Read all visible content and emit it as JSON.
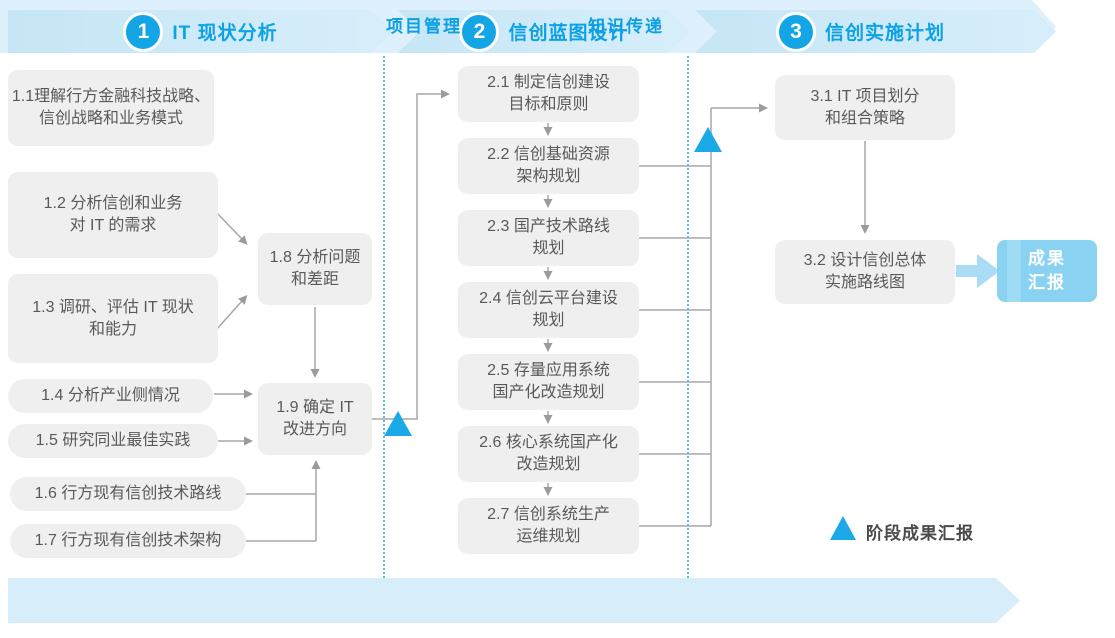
{
  "palette": {
    "accent_blue": "#14a5e6",
    "banner_fill": "#cde9f7",
    "pale_band": "#ddf0fb",
    "triangle_blue": "#1ba9e8",
    "node_fill": "#efefef",
    "node_text": "#595959",
    "connector_gray": "#a7a7a7",
    "result_box_fill": "#8ad2f2"
  },
  "phases": [
    {
      "number": "1",
      "title": "IT 现状分析"
    },
    {
      "number": "2",
      "title": "信创蓝图设计"
    },
    {
      "number": "3",
      "title": "信创实施计划"
    }
  ],
  "phase1": {
    "b11": {
      "line1": "1.1理解行方金融科技战略、",
      "line2": "信创战略和业务模式"
    },
    "b12": {
      "line1": "1.2 分析信创和业务",
      "line2": "对 IT 的需求"
    },
    "b13": {
      "line1": "1.3 调研、评估 IT 现状",
      "line2": "和能力"
    },
    "b14": {
      "label": "1.4 分析产业侧情况"
    },
    "b15": {
      "label": "1.5 研究同业最佳实践"
    },
    "b16": {
      "label": "1.6 行方现有信创技术路线"
    },
    "b17": {
      "label": "1.7 行方现有信创技术架构"
    },
    "b18": {
      "line1": "1.8 分析问题",
      "line2": "和差距"
    },
    "b19": {
      "line1": "1.9 确定 IT",
      "line2": "改进方向"
    }
  },
  "phase2": {
    "b21": {
      "line1": "2.1 制定信创建设",
      "line2": "目标和原则"
    },
    "b22": {
      "line1": "2.2 信创基础资源",
      "line2": "架构规划"
    },
    "b23": {
      "line1": "2.3 国产技术路线",
      "line2": "规划"
    },
    "b24": {
      "line1": "2.4 信创云平台建设",
      "line2": "规划"
    },
    "b25": {
      "line1": "2.5 存量应用系统",
      "line2": "国产化改造规划"
    },
    "b26": {
      "line1": "2.6 核心系统国产化",
      "line2": "改造规划"
    },
    "b27": {
      "line1": "2.7 信创系统生产",
      "line2": "运维规划"
    }
  },
  "phase3": {
    "b31": {
      "line1": "3.1 IT 项目划分",
      "line2": "和组合策略"
    },
    "b32": {
      "line1": "3.2 设计信创总体",
      "line2": "实施路线图"
    },
    "result": {
      "line1": "成果",
      "line2": "汇报"
    }
  },
  "legend": {
    "milestone": "阶段成果汇报"
  },
  "footer": {
    "project_management": "项目管理",
    "knowledge_transfer": "知识传递"
  }
}
